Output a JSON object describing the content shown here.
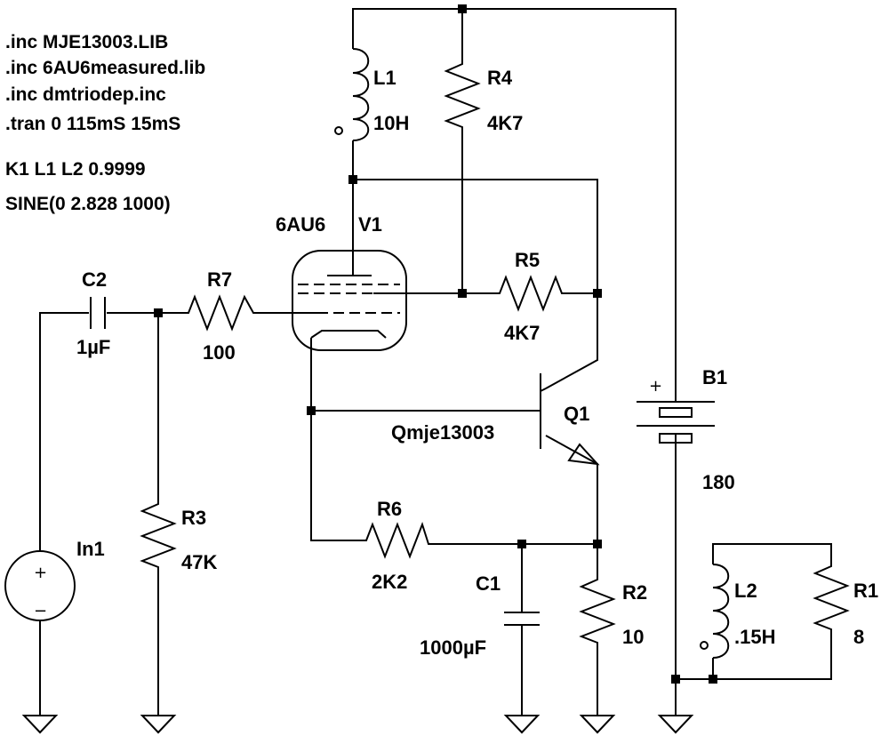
{
  "directives": [
    ".inc MJE13003.LIB",
    ".inc 6AU6measured.lib",
    ".inc dmtriodep.inc",
    ".tran 0 115mS 15mS",
    "K1 L1 L2 0.9999",
    "SINE(0 2.828 1000)"
  ],
  "components": {
    "L1": {
      "name": "L1",
      "value": "10H"
    },
    "R4": {
      "name": "R4",
      "value": "4K7"
    },
    "V1": {
      "name": "V1",
      "model": "6AU6"
    },
    "R5": {
      "name": "R5",
      "value": "4K7"
    },
    "C2": {
      "name": "C2",
      "value": "1µF"
    },
    "R7": {
      "name": "R7",
      "value": "100"
    },
    "Q1": {
      "name": "Q1",
      "model": "Qmje13003"
    },
    "B1": {
      "name": "B1",
      "value": "180"
    },
    "In1": {
      "name": "In1"
    },
    "R3": {
      "name": "R3",
      "value": "47K"
    },
    "R6": {
      "name": "R6",
      "value": "2K2"
    },
    "C1": {
      "name": "C1",
      "value": "1000µF"
    },
    "R2": {
      "name": "R2",
      "value": "10"
    },
    "L2": {
      "name": "L2",
      "value": ".15H"
    },
    "R1": {
      "name": "R1",
      "value": "8"
    }
  },
  "symbols": {
    "plus": "+",
    "minus": "−"
  }
}
